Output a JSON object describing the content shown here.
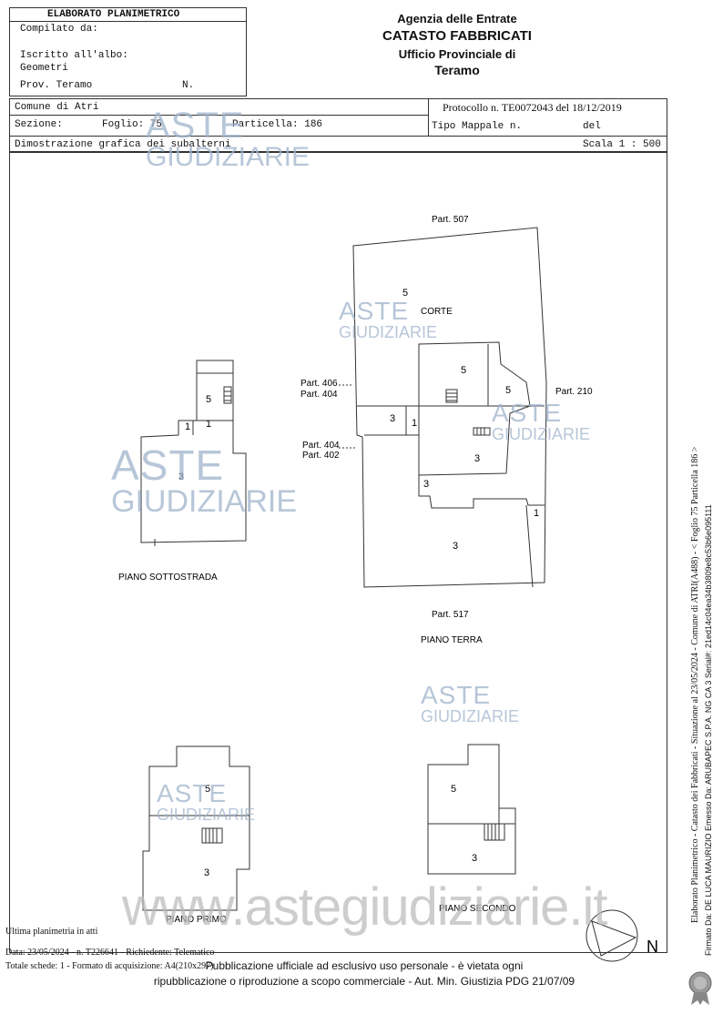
{
  "header": {
    "elaborato": "ELABORATO PLANIMETRICO",
    "compilato": "Compilato da:",
    "iscritto": "Iscritto all'albo:",
    "geometri": "Geometri",
    "prov": "Prov. Teramo",
    "n": "N.",
    "agency": "Agenzia delle Entrate",
    "catasto": "CATASTO FABBRICATI",
    "ufficio": "Ufficio Provinciale di",
    "city": "Teramo"
  },
  "info": {
    "comune": "Comune di Atri",
    "sezione": "Sezione:",
    "foglio": "Foglio: 75",
    "particella": "Particella: 186",
    "protocollo": "Protocollo n. TE0072043 del 18/12/2019",
    "tipo_mappale": "Tipo Mappale n.",
    "del": "del",
    "dimostrazione": "Dimostrazione grafica dei subalterni",
    "scala": "Scala 1 : 500"
  },
  "plan": {
    "part507": "Part. 507",
    "part210": "Part. 210",
    "part517": "Part. 517",
    "part406": "Part. 406",
    "part404a": "Part. 404",
    "part404b": "Part. 404",
    "part402": "Part. 402",
    "corte": "CORTE",
    "sottostrada": "PIANO SOTTOSTRADA",
    "terra": "PIANO TERRA",
    "primo": "PIANO PRIMO",
    "secondo": "PIANO SECONDO",
    "n1": "1",
    "n3": "3",
    "n5": "5",
    "north": "N"
  },
  "watermark": {
    "aste": "ASTE",
    "giudiziarie": "GIUDIZIARIE",
    "site": "www.astegiudiziarie.it"
  },
  "footer": {
    "ultima": "Ultima planimetria in atti",
    "data": "Data: 23/05/2024 - n. T226641 - Richiedente: Telematico",
    "totale": "Totale schede: 1 - Formato di acquisizione: A4(210x297)",
    "pub1": "Pubblicazione ufficiale ad esclusivo uso personale - è vietata ogni",
    "pub2": "ripubblicazione o riproduzione a scopo commerciale - Aut. Min. Giustizia PDG 21/07/09",
    "side1": "Elaborato Planimetrico - Catasto dei Fabbricati - Situazione al 23/05/2024 - Comune di ATRI(A488) - < Foglio 75 Particella 186 >",
    "side2": "Firmato Da: DE LUCA MAURIZIO Emesso Da: ARUBAPEC S.P.A. NG CA 3 Serial#: 21ed14c04ea34b3809e8c53b6e095111"
  }
}
